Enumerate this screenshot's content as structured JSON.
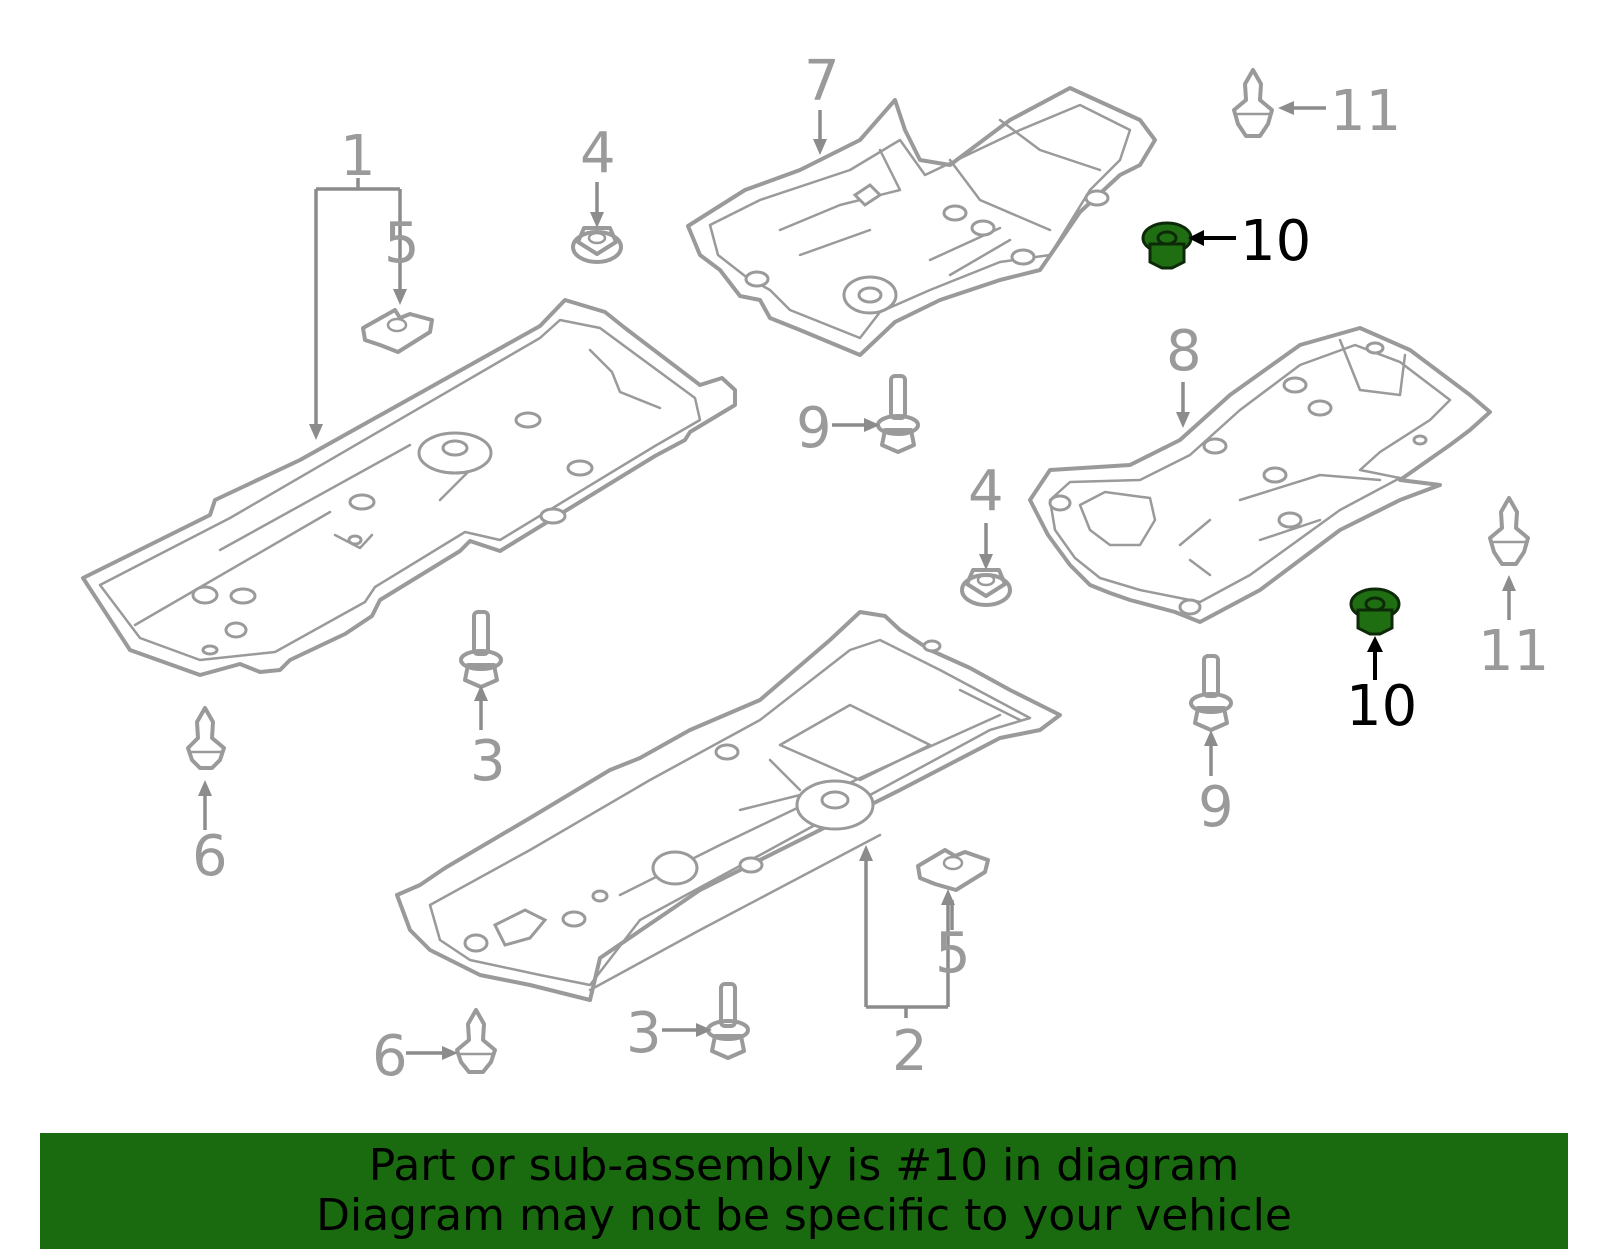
{
  "callouts": {
    "c1": "1",
    "c2": "2",
    "c3a": "3",
    "c3b": "3",
    "c4a": "4",
    "c4b": "4",
    "c5a": "5",
    "c5b": "5",
    "c6a": "6",
    "c6b": "6",
    "c7": "7",
    "c8": "8",
    "c9a": "9",
    "c9b": "9",
    "c10a": "10",
    "c10b": "10",
    "c11a": "11",
    "c11b": "11"
  },
  "highlight": {
    "part_number": "10",
    "color": "#1a6b10"
  },
  "banner": {
    "line1": "Part or sub-assembly is #10 in diagram",
    "line2": "Diagram may not be specific to your vehicle"
  }
}
